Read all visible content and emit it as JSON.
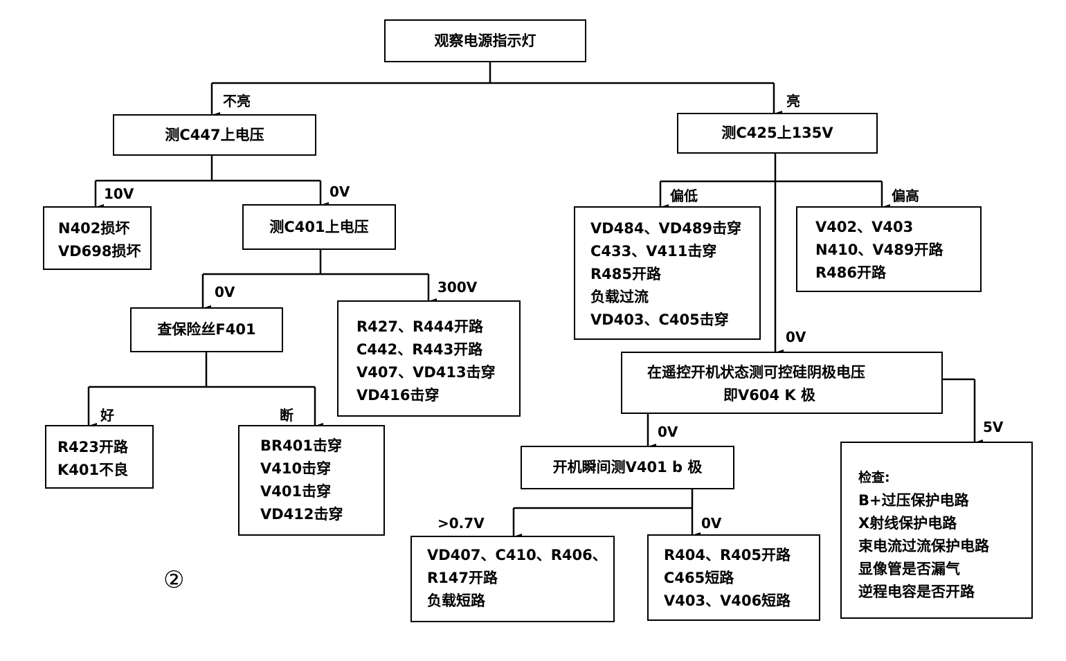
{
  "nodes": {
    "root": "观察电源指示灯",
    "c447": "测C447上电压",
    "c425": "测C425上135V",
    "n402": [
      "N402损坏",
      "VD698损坏"
    ],
    "c401": "测C401上电压",
    "f401": "查保险丝F401",
    "r423": [
      "R423开路",
      "K401不良"
    ],
    "br401": [
      "BR401击穿",
      "V410击穿",
      "V401击穿",
      "VD412击穿"
    ],
    "r427": [
      "R427、R444开路",
      "C442、R443开路",
      "V407、VD413击穿",
      "VD416击穿"
    ],
    "vd484": [
      "VD484、VD489击穿",
      "C433、V411击穿",
      "R485开路",
      "负载过流",
      "VD403、C405击穿"
    ],
    "v402": [
      "V402、V403",
      "N410、V489开路",
      "R486开路"
    ],
    "v604": [
      "在遥控开机状态测可控硅阴极电压",
      "即V604 K 极"
    ],
    "v401b": "开机瞬间测V401 b 极",
    "vd407": [
      "VD407、C410、R406、",
      "R147开路",
      "负载短路"
    ],
    "r404": [
      "R404、R405开路",
      "C465短路",
      "V403、V406短路"
    ],
    "check": [
      "检查:",
      "B+过压保护电路",
      "X射线保护电路",
      "束电流过流保护电路",
      "显像管是否漏气",
      "逆程电容是否开路"
    ]
  },
  "labels": {
    "not_lit": "不亮",
    "lit": "亮",
    "v10": "10V",
    "v0_a": "0V",
    "v0_b": "0V",
    "v300": "300V",
    "good": "好",
    "broken": "断",
    "low": "偏低",
    "high": "偏高",
    "v0_c": "0V",
    "v0_d": "0V",
    "v5": "5V",
    "gt07": ">0.7V",
    "v0_e": "0V"
  },
  "figure_mark": "②"
}
